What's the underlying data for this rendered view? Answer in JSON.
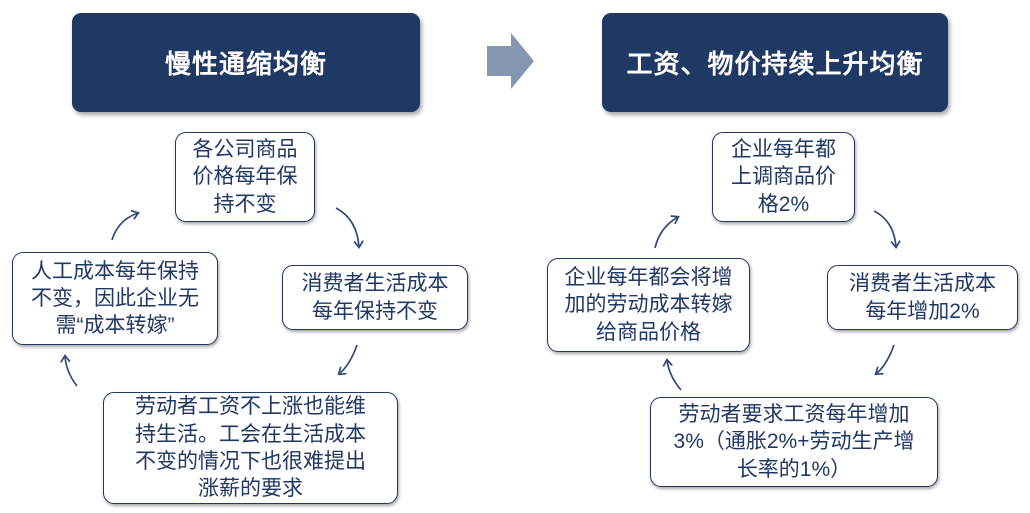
{
  "colors": {
    "header_bg": "#1F3864",
    "header_text": "#FFFFFF",
    "node_bg": "#FFFFFF",
    "node_border": "#1F3864",
    "node_text": "#1F3864",
    "cycle_arrow": "#2E4B7A",
    "transition_arrow": "#8496B0"
  },
  "left_cycle": {
    "header": "慢性通缩均衡",
    "nodes": {
      "top": "各公司商品\n价格每年保\n持不变",
      "right": "消费者生活成本\n每年保持不变",
      "bottom": "劳动者工资不上涨也能维\n持生活。工会在生活成本\n不变的情况下也很难提出\n涨薪的要求",
      "left": "人工成本每年保持\n不变，因此企业无\n需“成本转嫁”"
    }
  },
  "right_cycle": {
    "header": "工资、物价持续上升均衡",
    "nodes": {
      "top": "企业每年都\n上调商品价\n格2%",
      "right": "消费者生活成本\n每年增加2%",
      "bottom": "劳动者要求工资每年增加\n3%（通胀2%+劳动生产增\n长率的1%）",
      "left": "企业每年都会将增\n加的劳动成本转嫁\n给商品价格"
    }
  }
}
